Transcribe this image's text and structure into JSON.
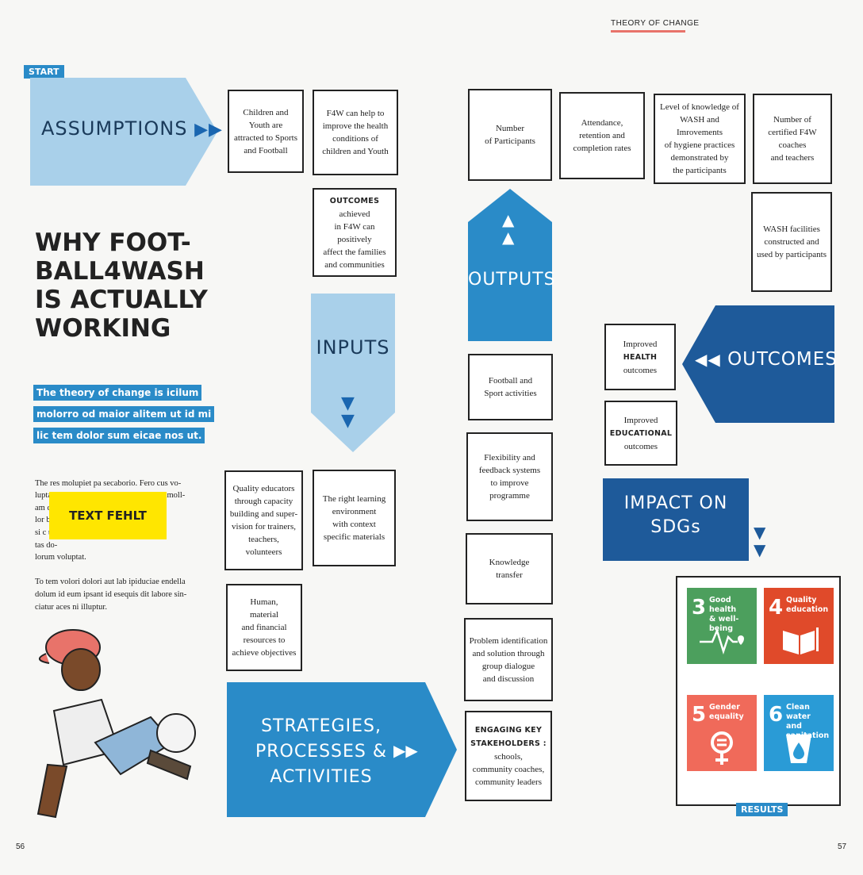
{
  "header": {
    "section": "THEORY OF CHANGE"
  },
  "tags": {
    "start": "START",
    "results": "RESULTS"
  },
  "arrows": {
    "assumptions": "ASSUMPTIONS",
    "inputs": "INPUTS",
    "outputs": "OUTPUTS",
    "outcomes": "OUTCOMES",
    "impact_line1": "IMPACT ON",
    "impact_line2": "SDGs",
    "strategies_line1": "STRATEGIES,",
    "strategies_line2": "PROCESSES &",
    "strategies_line3": "ACTIVITIES"
  },
  "left": {
    "title_l1": "WHY FOOT-",
    "title_l2": "BALL4WASH",
    "title_l3": "IS ACTUALLY",
    "title_l4": "WORKING",
    "highlight_l1": "The theory of change is icilum",
    "highlight_l2": "molorro od maior alitem ut id mi",
    "highlight_l3": "lic tem dolor sum eicae nos ut.",
    "body_p1": "The res molupiet pa secaborio. Fero cus vo-\nlupta autem exerum, as auditium hil enimoll-\nam                                                        do-\nlor                                                          bus,\nsi c                                                         upta\ntas                                                          do-\nlorum voluptat.",
    "body_p2": "To tem volori dolori aut lab ipiduciae endella\ndolum id eum ipsant id esequis dit labore sin-\nciatur aces ni illuptur.",
    "missing_text": "TEXT FEHLT"
  },
  "assumption_boxes": [
    "Children and\nYouth are\nattracted to Sports\nand Football",
    "F4W can help to\nimprove the health\nconditions of\nchildren and Youth"
  ],
  "outcomes_box": {
    "bold": "OUTCOMES",
    "text": " achieved\nin F4W can positively\naffect the families\nand communities"
  },
  "output_boxes": [
    "Number\nof Participants",
    "Attendance,\nretention and\ncompletion rates",
    "Level of knowledge of\nWASH and Imrovements\nof hygiene practices\ndemonstrated by\nthe participants",
    "Number of\ncertified F4W coaches\nand teachers",
    "WASH facilities\nconstructed and\nused by participants"
  ],
  "input_boxes": [
    "Quality educators\nthrough capacity\nbuilding and super-\nvision for trainers,\nteachers, volunteers",
    "The right learning\nenvironment\nwith context\nspecific materials",
    "Human,\nmaterial\nand financial\nresources to\nachieve objectives"
  ],
  "activity_boxes": [
    "Football and\nSport activities",
    "Flexibility and\nfeedback systems\nto improve\nprogramme",
    "Knowledge\ntransfer",
    "Problem identification\nand solution through\ngroup dialogue\nand discussion"
  ],
  "stakeholders_box": {
    "bold": "ENGAGING KEY\nSTAKEHOLDERS :",
    "text": "\nschools,\ncommunity coaches,\ncommunity leaders"
  },
  "outcome_health": {
    "pre": "Improved\n",
    "bold": "HEALTH",
    "post": "\noutcomes"
  },
  "outcome_edu": {
    "pre": "Improved\n",
    "bold": "EDUCATIONAL",
    "post": "\noutcomes"
  },
  "sdgs": [
    {
      "num": "3",
      "title": "Good health\n& well-being",
      "color": "#4c9f5d"
    },
    {
      "num": "4",
      "title": "Quality\neducation",
      "color": "#e04a2a"
    },
    {
      "num": "5",
      "title": "Gender\nequality",
      "color": "#f06a5a"
    },
    {
      "num": "6",
      "title": "Clean water\nand sanitation",
      "color": "#2a9bd6"
    }
  ],
  "pages": {
    "left": "56",
    "right": "57"
  }
}
